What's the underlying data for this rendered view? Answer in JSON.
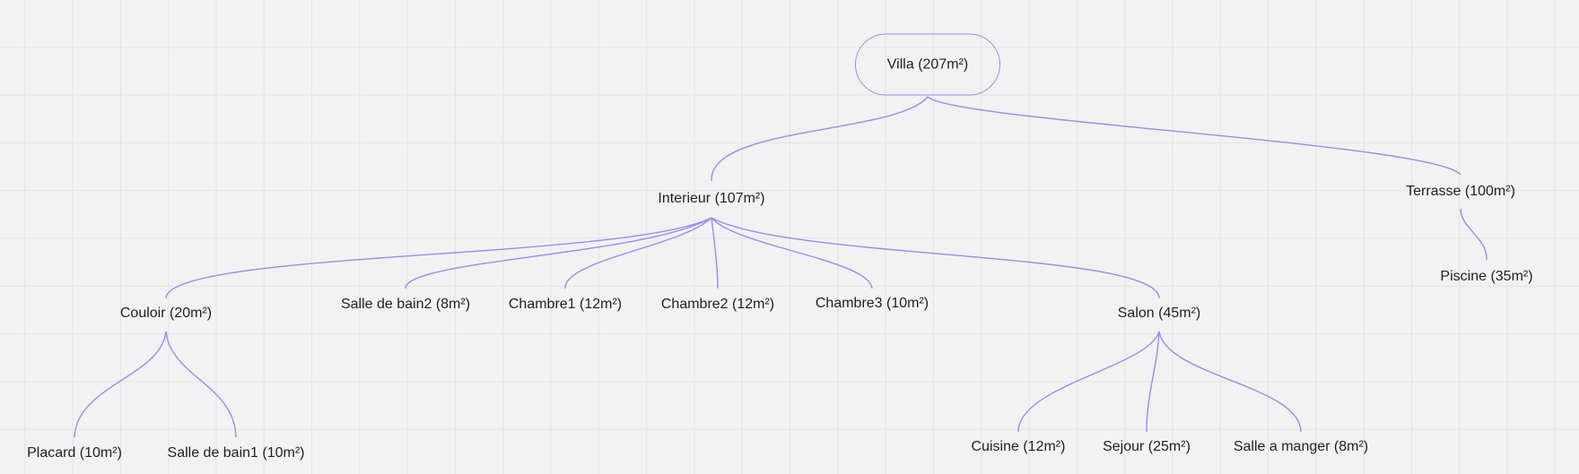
{
  "mindmap": {
    "root": "Villa (207m²)",
    "interieur": "Interieur (107m²)",
    "terrasse": "Terrasse (100m²)",
    "piscine": "Piscine (35m²)",
    "couloir": "Couloir (20m²)",
    "salle_de_bain2": "Salle de bain2 (8m²)",
    "chambre1": "Chambre1 (12m²)",
    "chambre2": "Chambre2 (12m²)",
    "chambre3": "Chambre3 (10m²)",
    "salon": "Salon (45m²)",
    "placard": "Placard (10m²)",
    "salle_de_bain1": "Salle de bain1 (10m²)",
    "cuisine": "Cuisine (12m²)",
    "sejour": "Sejour (25m²)",
    "salle_a_manger": "Salle a manger (8m²)"
  },
  "colors": {
    "connector": "#9b8bf0",
    "background": "#f2f2f2",
    "grid": "#e4e4e4",
    "text": "#1f1f1f"
  }
}
